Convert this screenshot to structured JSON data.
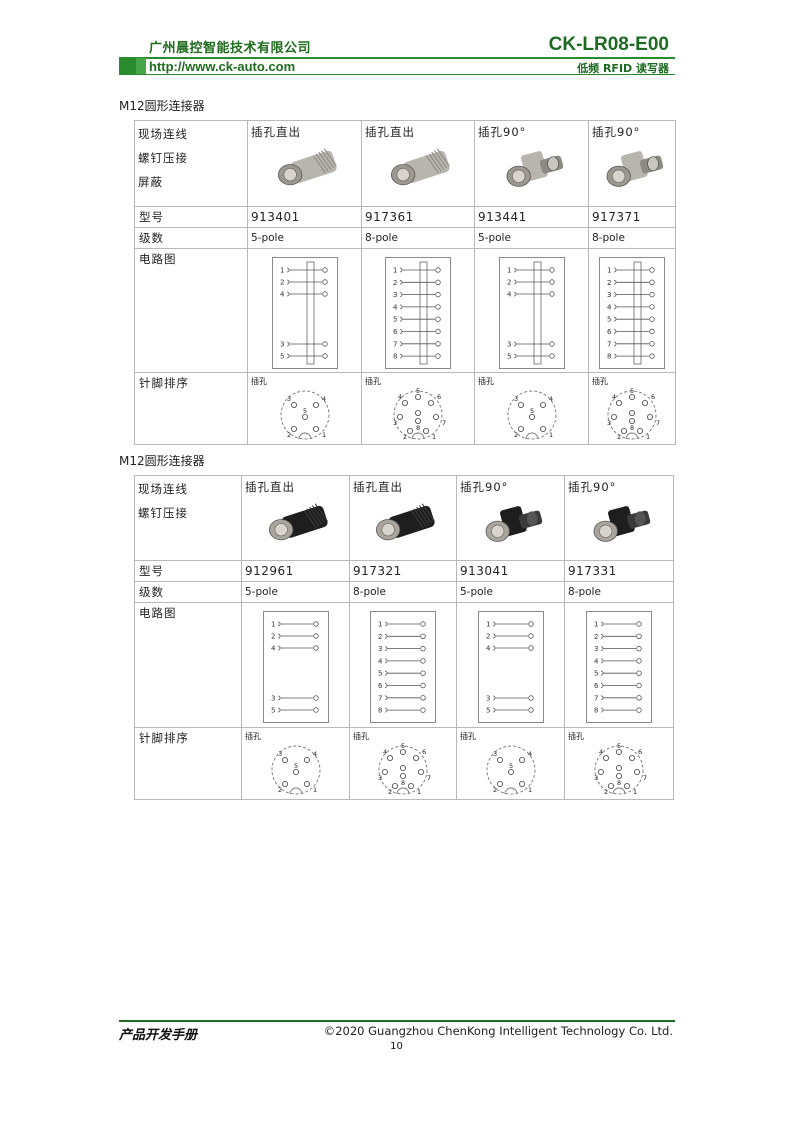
{
  "header": {
    "company": "广州晨控智能技术有限公司",
    "url": "http://www.ck-auto.com",
    "model": "CK-LR08-E00",
    "subtitle": "低频 RFID 读写器"
  },
  "tables": [
    {
      "title": "M12圆形连接器",
      "label_lines": [
        "现场连线",
        "螺钉压接",
        "屏蔽"
      ],
      "row_labels": {
        "part": "型号",
        "poles": "级数",
        "circuit": "电路图",
        "pinout": "针脚排序"
      },
      "columns": [
        {
          "type": "插孔直出",
          "part": "913401",
          "poles": "5-pole",
          "finish": "metal",
          "shape": "straight",
          "pins": [
            "1",
            "2",
            "4",
            "3",
            "5"
          ],
          "pin_label": "插孔"
        },
        {
          "type": "插孔直出",
          "part": "917361",
          "poles": "8-pole",
          "finish": "metal",
          "shape": "straight",
          "pins": [
            "1",
            "2",
            "3",
            "4",
            "5",
            "6",
            "7",
            "8"
          ],
          "pin_label": "插孔"
        },
        {
          "type": "插孔90°",
          "part": "913441",
          "poles": "5-pole",
          "finish": "metal",
          "shape": "angled",
          "pins": [
            "1",
            "2",
            "4",
            "3",
            "5"
          ],
          "pin_label": "插孔"
        },
        {
          "type": "插孔90°",
          "part": "917371",
          "poles": "8-pole",
          "finish": "metal",
          "shape": "angled",
          "pins": [
            "1",
            "2",
            "3",
            "4",
            "5",
            "6",
            "7",
            "8"
          ],
          "pin_label": "插孔"
        }
      ]
    },
    {
      "title": "M12圆形连接器",
      "label_lines": [
        "现场连线",
        "螺钉压接"
      ],
      "row_labels": {
        "part": "型号",
        "poles": "级数",
        "circuit": "电路图",
        "pinout": "针脚排序"
      },
      "columns": [
        {
          "type": "插孔直出",
          "part": "912961",
          "poles": "5-pole",
          "finish": "black",
          "shape": "straight",
          "pins": [
            "1",
            "2",
            "4",
            "3",
            "5"
          ],
          "pin_label": "插孔"
        },
        {
          "type": "插孔直出",
          "part": "917321",
          "poles": "8-pole",
          "finish": "black",
          "shape": "straight",
          "pins": [
            "1",
            "2",
            "3",
            "4",
            "5",
            "6",
            "7",
            "8"
          ],
          "pin_label": "插孔"
        },
        {
          "type": "插孔90°",
          "part": "913041",
          "poles": "5-pole",
          "finish": "black",
          "shape": "angled",
          "pins": [
            "1",
            "2",
            "4",
            "3",
            "5"
          ],
          "pin_label": "插孔"
        },
        {
          "type": "插孔90°",
          "part": "917331",
          "poles": "8-pole",
          "finish": "black",
          "shape": "angled",
          "pins": [
            "1",
            "2",
            "3",
            "4",
            "5",
            "6",
            "7",
            "8"
          ],
          "pin_label": "插孔"
        }
      ]
    }
  ],
  "footer": {
    "left": "产品开发手册",
    "right": "©2020 Guangzhou ChenKong Intelligent Technology Co. Ltd.",
    "page": "10"
  }
}
